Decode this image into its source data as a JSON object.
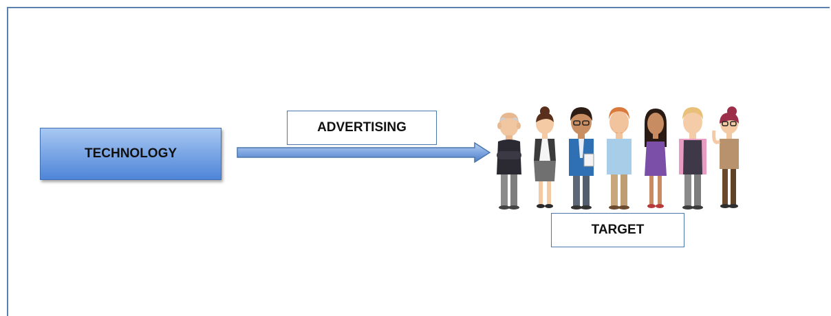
{
  "diagram": {
    "source_label": "TECHNOLOGY",
    "channel_label": "ADVERTISING",
    "target_label": "TARGET",
    "people_icon": "people-group-icon",
    "colors": {
      "frame": "#5b7fb0",
      "tech_fill_top": "#a8c8f2",
      "tech_fill_bottom": "#4f85d8",
      "arrow_fill": "#7ea6e0",
      "box_border": "#4a76ad"
    }
  }
}
